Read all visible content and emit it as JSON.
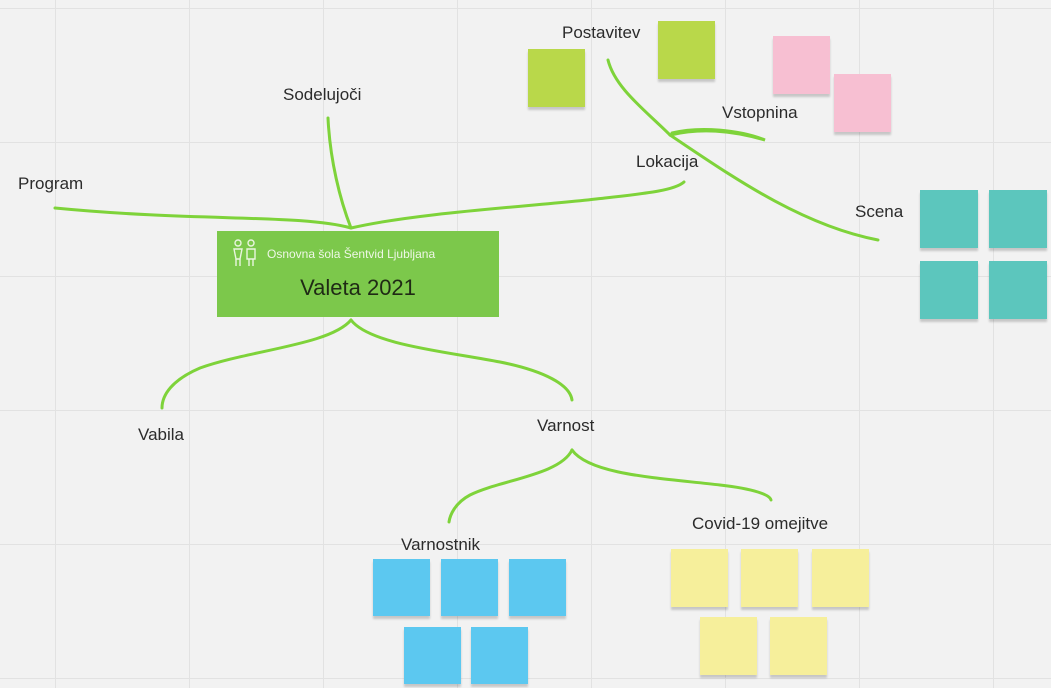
{
  "board": {
    "central": {
      "school": "Osnovna šola Šentvid Ljubljana",
      "title": "Valeta 2021",
      "color": "#7cc84b"
    },
    "connector_color": "#7ed33a",
    "labels": {
      "postavitev": "Postavitev",
      "sodelujoci": "Sodelujoči",
      "vstopnina": "Vstopnina",
      "program": "Program",
      "lokacija": "Lokacija",
      "scena": "Scena",
      "vabila": "Vabila",
      "varnost": "Varnost",
      "varnostnik": "Varnostnik",
      "covid": "Covid-19 omejitve"
    },
    "sticky_colors": {
      "lime": "#b9d84a",
      "pink": "#f7bfd2",
      "teal": "#5cc6bd",
      "blue": "#5cc8f0",
      "yellow": "#f6ef9b"
    }
  }
}
